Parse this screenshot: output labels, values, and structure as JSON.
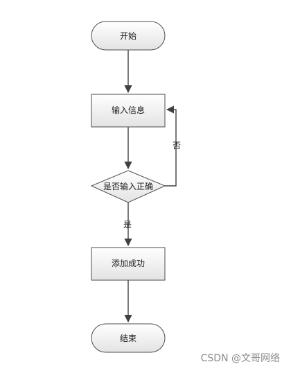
{
  "nodes": {
    "start": {
      "label": "开始"
    },
    "input": {
      "label": "输入信息"
    },
    "decision": {
      "label": "是否输入正确"
    },
    "success": {
      "label": "添加成功"
    },
    "end": {
      "label": "结束"
    }
  },
  "edges": {
    "no_label": "否",
    "yes_label": "是"
  },
  "watermark": "CSDN @文哥网络",
  "colors": {
    "node_fill_top": "#ffffff",
    "node_fill_bottom": "#e3e3e3",
    "stroke": "#4d4d4d",
    "text": "#1a1a1a",
    "watermark": "#8a8a8a"
  }
}
